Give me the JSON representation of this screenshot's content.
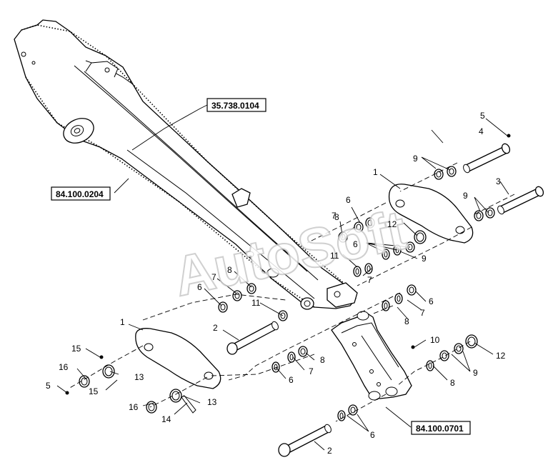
{
  "references": [
    {
      "id": "ref-35-738-0104",
      "label": "35.738.0104"
    },
    {
      "id": "ref-84-100-0204",
      "label": "84.100.0204"
    },
    {
      "id": "ref-84-100-0701",
      "label": "84.100.0701"
    }
  ],
  "watermark": "AutoSoft",
  "callouts": [
    {
      "n": "1"
    },
    {
      "n": "1"
    },
    {
      "n": "2"
    },
    {
      "n": "2"
    },
    {
      "n": "3"
    },
    {
      "n": "4"
    },
    {
      "n": "5"
    },
    {
      "n": "5"
    },
    {
      "n": "6"
    },
    {
      "n": "6"
    },
    {
      "n": "6"
    },
    {
      "n": "6"
    },
    {
      "n": "6"
    },
    {
      "n": "6"
    },
    {
      "n": "7"
    },
    {
      "n": "7"
    },
    {
      "n": "7"
    },
    {
      "n": "7"
    },
    {
      "n": "7"
    },
    {
      "n": "8"
    },
    {
      "n": "8"
    },
    {
      "n": "8"
    },
    {
      "n": "8"
    },
    {
      "n": "8"
    },
    {
      "n": "9"
    },
    {
      "n": "9"
    },
    {
      "n": "9"
    },
    {
      "n": "9"
    },
    {
      "n": "10"
    },
    {
      "n": "11"
    },
    {
      "n": "11"
    },
    {
      "n": "12"
    },
    {
      "n": "12"
    },
    {
      "n": "13"
    },
    {
      "n": "13"
    },
    {
      "n": "14"
    },
    {
      "n": "15"
    },
    {
      "n": "15"
    },
    {
      "n": "16"
    },
    {
      "n": "16"
    }
  ]
}
